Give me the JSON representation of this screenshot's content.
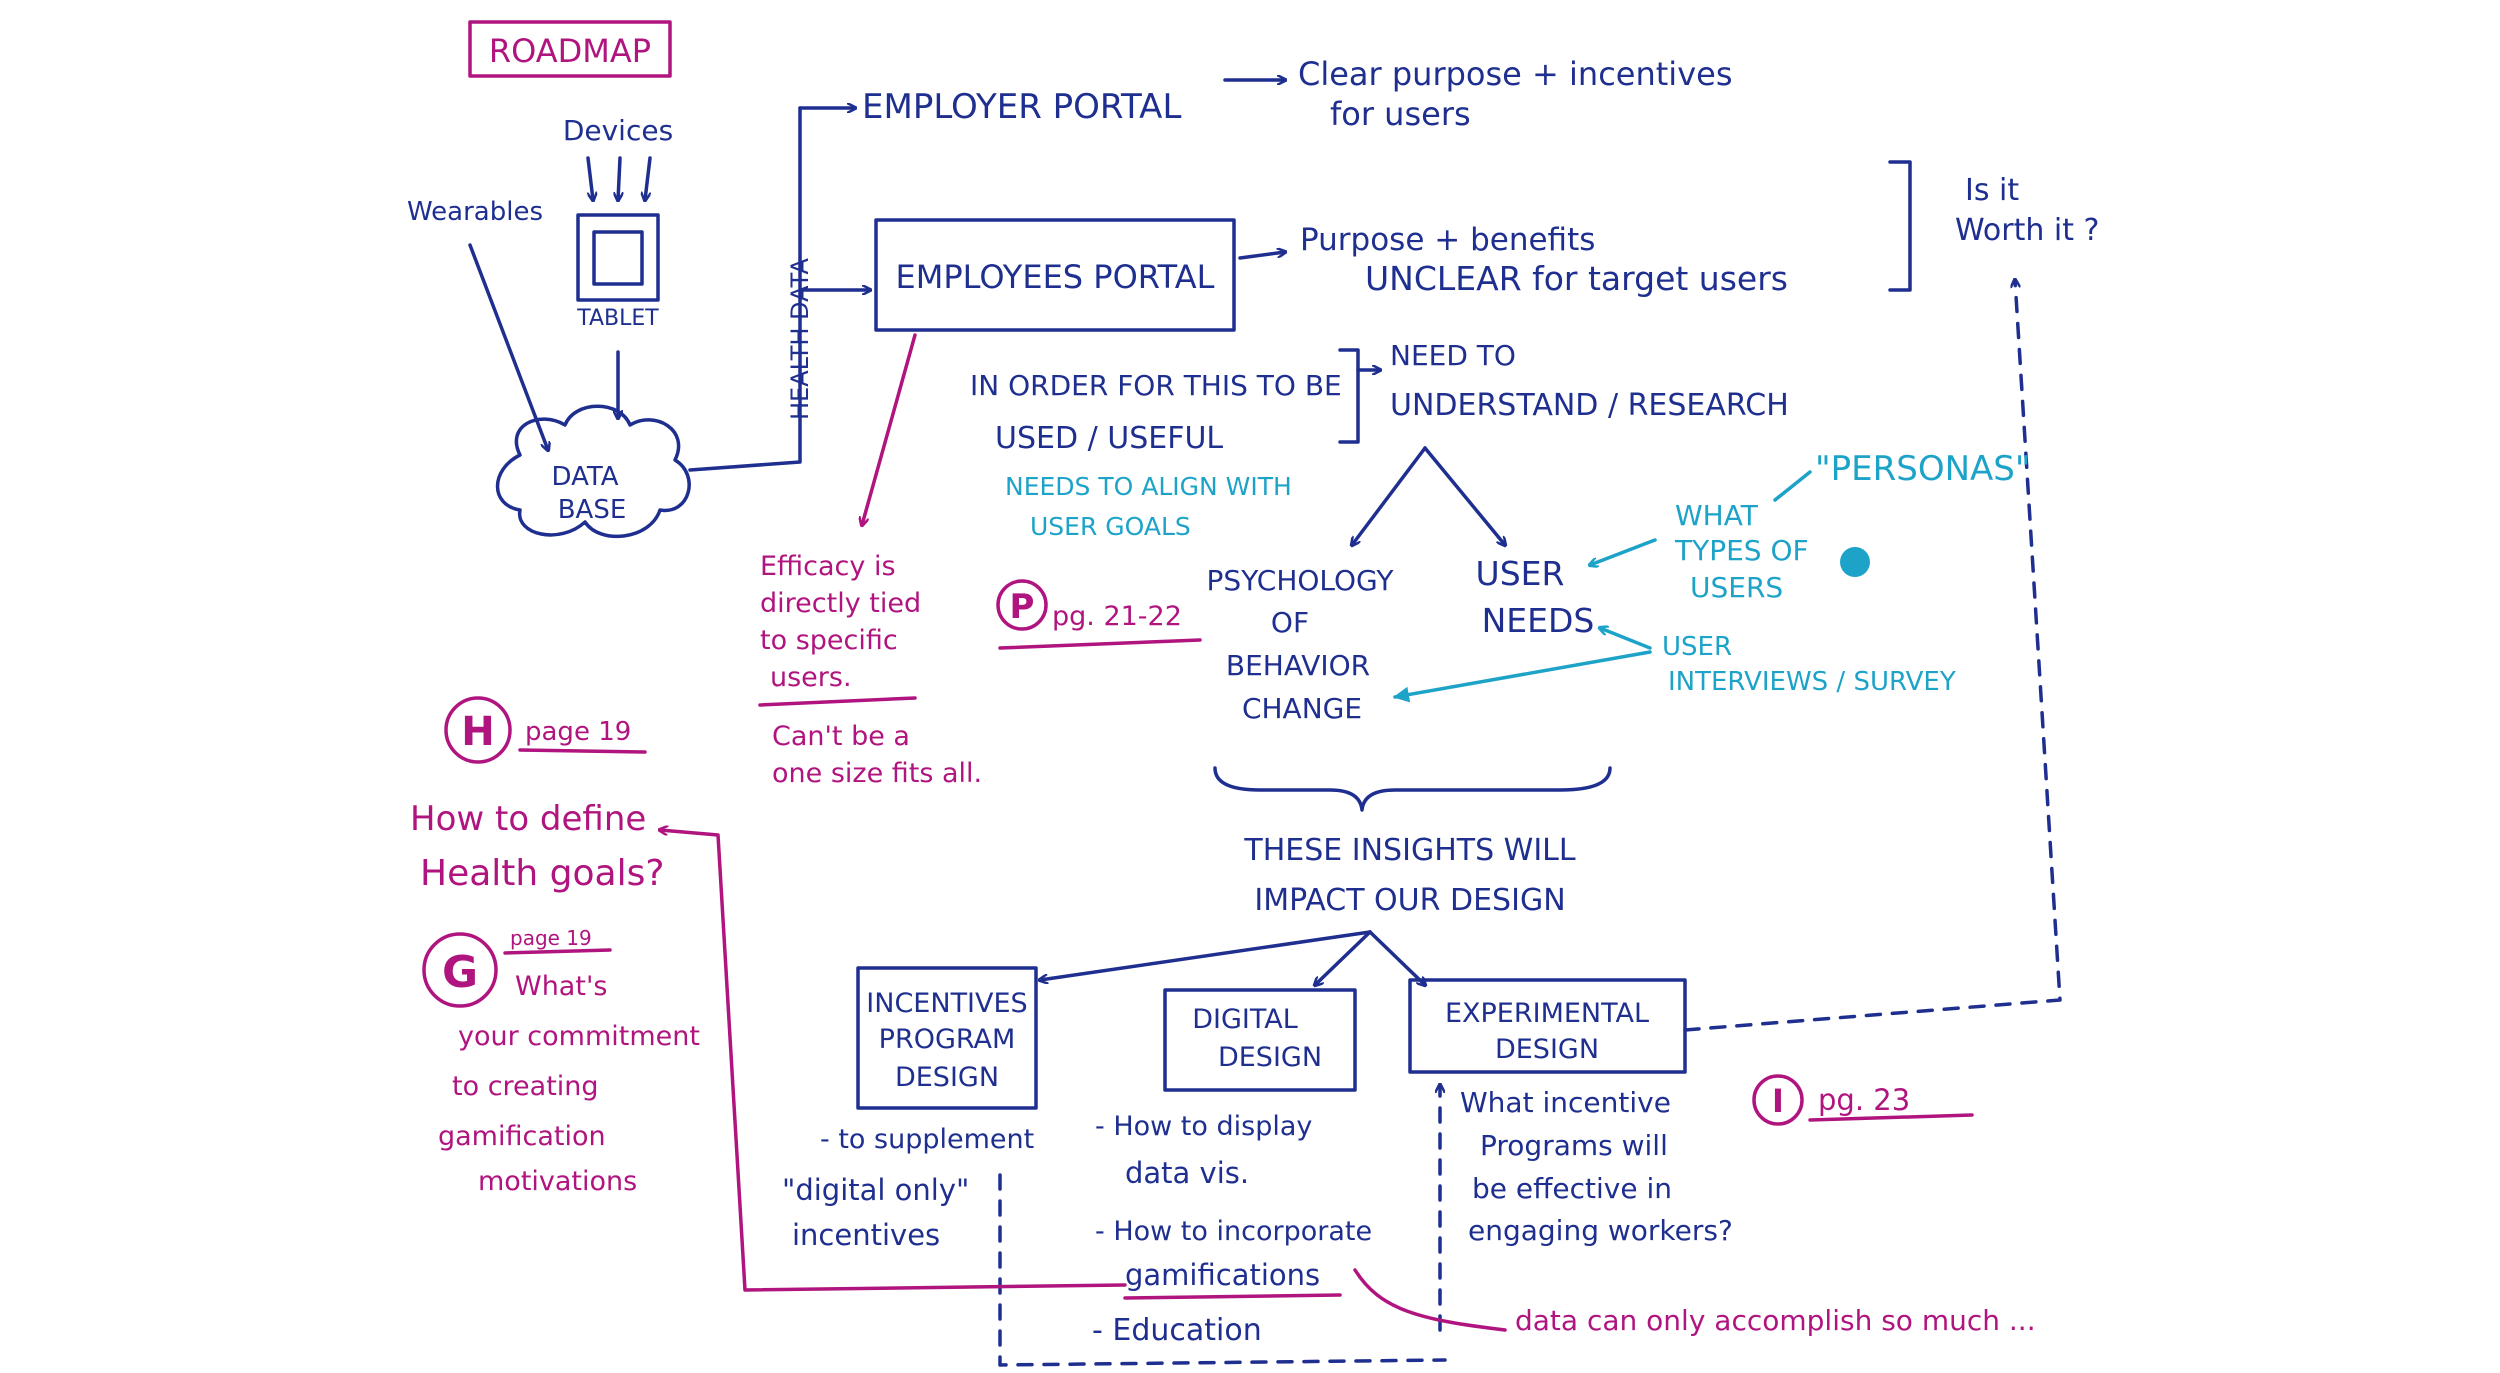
{
  "colors": {
    "navy": "#1f2f8f",
    "magenta": "#b0157f",
    "cyan": "#1ea3c8"
  },
  "title": "ROADMAP",
  "sources": {
    "wearables": "Wearables",
    "devices": "Devices",
    "tablet": "TABLET",
    "database_1": "DATA",
    "database_2": "BASE"
  },
  "health_data": "HEALTH DATA",
  "employer_portal": {
    "label": "EMPLOYER PORTAL",
    "note_1": "Clear purpose + incentives",
    "note_2": "for users"
  },
  "employees_portal": {
    "label": "EMPLOYEES PORTAL",
    "note_1": "Purpose + benefits",
    "note_2": "UNCLEAR for target users"
  },
  "worth_it": {
    "line_1": "Is it",
    "line_2": "Worth it ?"
  },
  "in_order": {
    "line_1": "IN ORDER FOR THIS TO BE",
    "line_2": "USED / USEFUL",
    "align_1": "NEEDS TO ALIGN WITH",
    "align_2": "USER GOALS"
  },
  "need_to": {
    "line_1": "NEED TO",
    "line_2": "UNDERSTAND / RESEARCH"
  },
  "efficacy": {
    "line_1": "Efficacy is",
    "line_2": "directly tied",
    "line_3": "to specific",
    "line_4": "users.",
    "line_5": "Can't be a",
    "line_6": "one size fits all."
  },
  "psychology": {
    "line_1": "PSYCHOLOGY",
    "line_2": "OF",
    "line_3": "BEHAVIOR",
    "line_4": "CHANGE"
  },
  "user_needs": {
    "line_1": "USER",
    "line_2": "NEEDS"
  },
  "personas": {
    "label": "\"PERSONAS\"",
    "what_1": "WHAT",
    "what_2": "TYPES OF",
    "what_3": "USERS",
    "interviews_1": "USER",
    "interviews_2": "INTERVIEWS / SURVEY"
  },
  "badges": {
    "p": {
      "letter": "P",
      "ref": "pg. 21-22"
    },
    "h": {
      "letter": "H",
      "ref": "page 19"
    },
    "g": {
      "letter": "G",
      "ref": "page 19"
    },
    "i": {
      "letter": "I",
      "ref": "pg. 23"
    }
  },
  "health_goals": {
    "line_1": "How to define",
    "line_2": "Health goals?"
  },
  "commitment": {
    "line_1": "What's",
    "line_2": "your commitment",
    "line_3": "to creating",
    "line_4": "gamification",
    "line_5": "motivations"
  },
  "insights": {
    "line_1": "THESE INSIGHTS WILL",
    "line_2": "IMPACT OUR DESIGN"
  },
  "incentives_box": {
    "line_1": "INCENTIVES",
    "line_2": "PROGRAM",
    "line_3": "DESIGN",
    "note_1": "- to supplement",
    "note_2": "\"digital only\"",
    "note_3": "incentives"
  },
  "digital_box": {
    "line_1": "DIGITAL",
    "line_2": "DESIGN",
    "note_1": "- How to display",
    "note_2": "data vis.",
    "note_3": "- How to incorporate",
    "note_4": "gamifications",
    "note_5": "- Education"
  },
  "experimental_box": {
    "line_1": "EXPERIMENTAL",
    "line_2": "DESIGN",
    "note_1": "What incentive",
    "note_2": "Programs will",
    "note_3": "be effective in",
    "note_4": "engaging workers?"
  },
  "data_note": "data can only accomplish so much ..."
}
